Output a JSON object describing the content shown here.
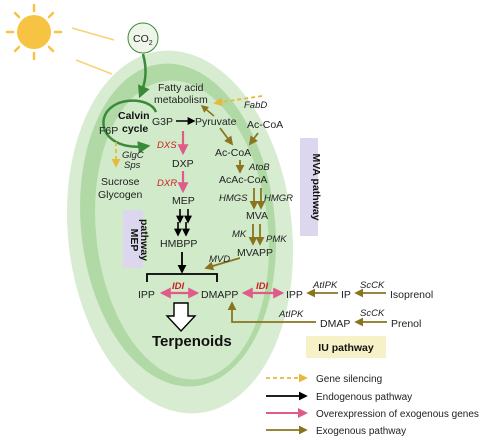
{
  "colors": {
    "cell_outer": "#d7ecd0",
    "cell_inner": "#8fca84",
    "gene_silencing": "#e8b83a",
    "endogenous": "#000000",
    "overexpression": "#e05a8a",
    "exogenous": "#8a7420",
    "sun": "#f6c343",
    "mva_box": "#dcd6ee",
    "mep_box": "#dcd6ee",
    "iu_box": "#f6f1c6"
  },
  "labels": {
    "co2": "CO",
    "co2_sub": "2",
    "fatty_acid_line1": "Fatty acid",
    "fatty_acid_line2": "metabolism",
    "fabd": "FabD",
    "calvin_line1": "Calvin",
    "calvin_line2": "cycle",
    "g3p": "G3P",
    "pyruvate": "Pyruvate",
    "ac_coa_1": "Ac-CoA",
    "ac_coa_2": "Ac-CoA",
    "f6p": "F6P",
    "dxs": "DXS",
    "dxp": "DXP",
    "atob": "AtoB",
    "acac_coa": "AcAc-CoA",
    "glgc": "GlgC",
    "sps": "Sps",
    "sucrose": "Sucrose",
    "glycogen": "Glycogen",
    "dxr": "DXR",
    "mep": "MEP",
    "hmgs": "HMGS",
    "hmgr": "HMGR",
    "mva": "MVA",
    "mk": "MK",
    "pmk": "PMK",
    "hmbpp": "HMBPP",
    "mvapp": "MVAPP",
    "mvd": "MVD",
    "ipp": "IPP",
    "idi_1": "IDI",
    "dmapp": "DMAPP",
    "idi_2": "IDI",
    "ipp_ext": "IPP",
    "atipk_1": "AtIPK",
    "ip": "IP",
    "scck_1": "ScCK",
    "isoprenol": "Isoprenol",
    "atipk_2": "AtIPK",
    "dmap": "DMAP",
    "scck_2": "ScCK",
    "prenol": "Prenol",
    "terpenoids": "Terpenoids"
  },
  "boxes": {
    "mva_pathway": "MVA pathway",
    "mep_line1": "MEP",
    "mep_line2": "pathway",
    "iu_pathway": "IU pathway"
  },
  "legend": [
    {
      "label": "Gene silencing",
      "style": "gene_silencing"
    },
    {
      "label": "Endogenous pathway",
      "style": "endogenous"
    },
    {
      "label": "Overexpression of exogenous genes",
      "style": "overexpression"
    },
    {
      "label": "Exogenous pathway",
      "style": "exogenous"
    }
  ]
}
